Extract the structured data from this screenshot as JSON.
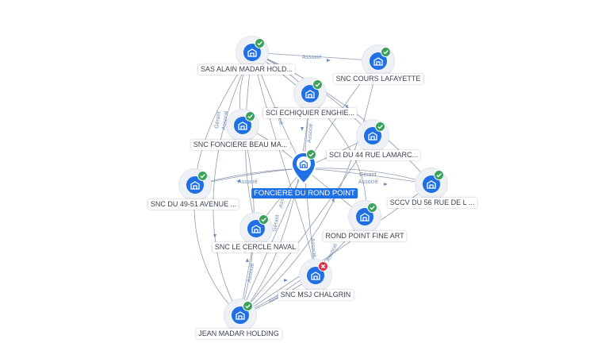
{
  "graph": {
    "colors": {
      "edge": "#8f9bb0",
      "node": "#1f6fe5",
      "ok": "#3aa35a",
      "error": "#d8344d",
      "edge_text": "#6f8db9"
    },
    "edge_labels": {
      "l1": "Associé",
      "l2": "Associé",
      "l3": "Gérant",
      "l4": "Associé",
      "l5": "Gérant",
      "l6": "Associé",
      "l7": "Associé",
      "l8": "Associé",
      "l9": "Associé",
      "l10": "Associé",
      "l11": "Associé",
      "l12": "Associé",
      "l13": "Gérant",
      "l14": "Associé"
    },
    "nodes": {
      "sas_alain": {
        "label": "SAS ALAIN MADAR HOLD...",
        "status": "check-icon"
      },
      "snc_cours": {
        "label": "SNC COURS LAFAYETTE",
        "status": "check-icon"
      },
      "sci_echiquier": {
        "label": "SCI ECHIQUIER ENGHIE...",
        "status": "check-icon"
      },
      "snc_fonciere": {
        "label": "SNC FONCIERE BEAU MA...",
        "status": "check-icon"
      },
      "sci_44": {
        "label": "SCI DU 44 RUE LAMARC...",
        "status": "check-icon"
      },
      "center": {
        "label": "FONCIERE DU ROND POINT",
        "status": "check-icon"
      },
      "sccv_56": {
        "label": "SCCV DU 56 RUE DE L ...",
        "status": "check-icon"
      },
      "snc_49": {
        "label": "SNC DU 49-51 AVENUE ...",
        "status": "check-icon"
      },
      "rond_point": {
        "label": "ROND POINT FINE ART",
        "status": "check-icon"
      },
      "snc_cercle": {
        "label": "SNC LE CERCLE NAVAL",
        "status": "check-icon"
      },
      "snc_msj": {
        "label": "SNC MSJ CHALGRIN",
        "status": "close-icon"
      },
      "jean_madar": {
        "label": "JEAN MADAR HOLDING",
        "status": "check-icon"
      }
    }
  }
}
